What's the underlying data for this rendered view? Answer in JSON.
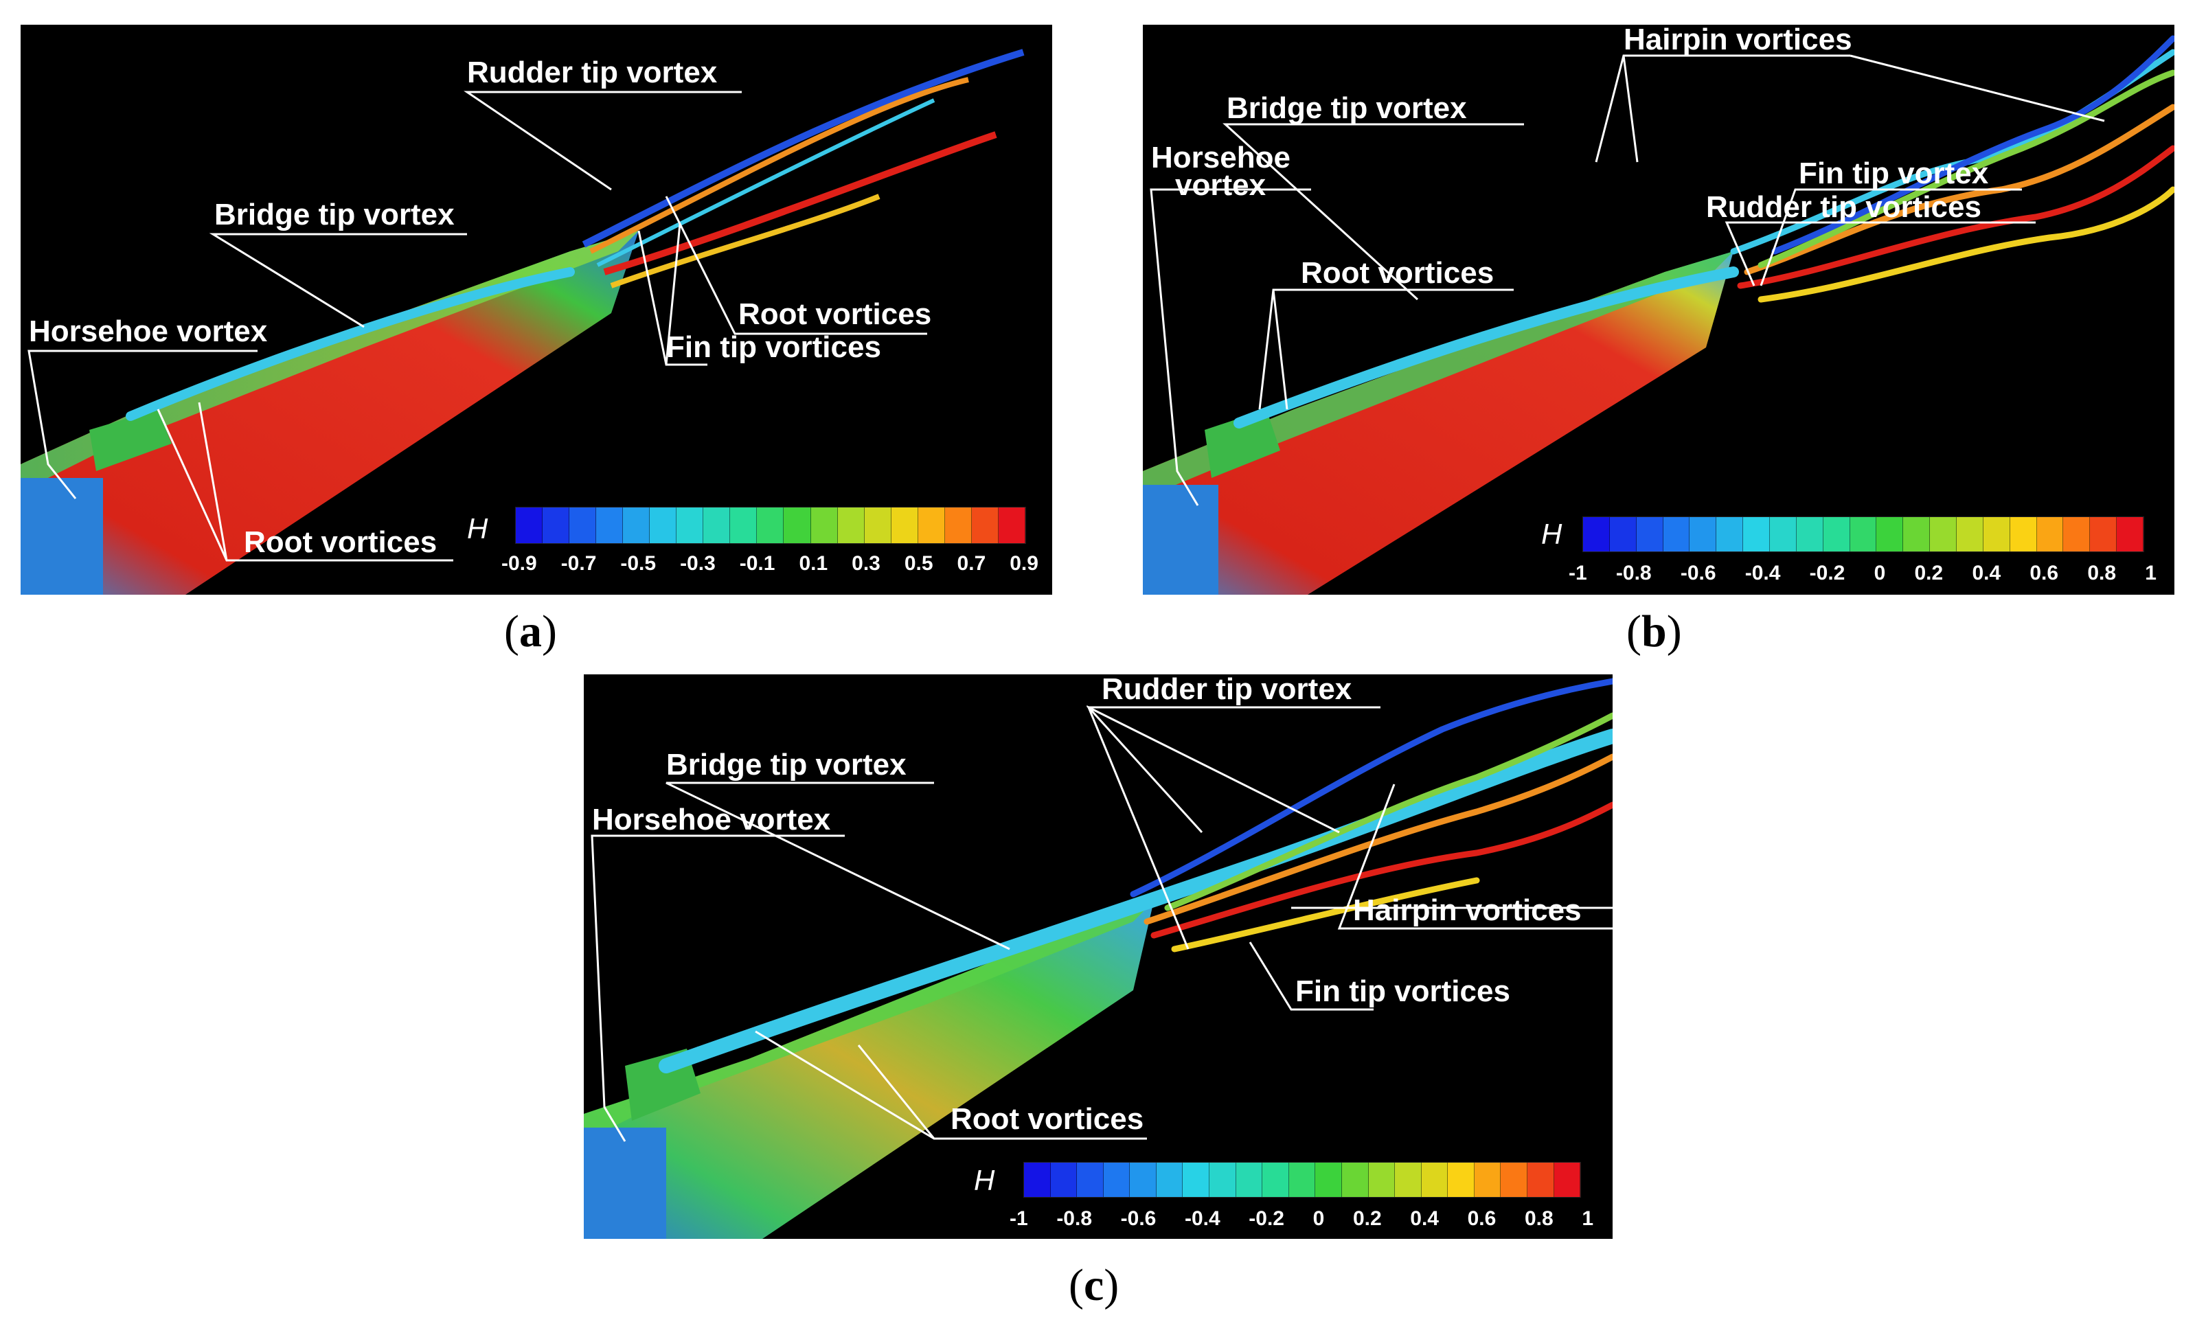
{
  "panels": [
    {
      "id": "a",
      "caption": "a",
      "labels": {
        "rudder_tip": "Rudder tip vortex",
        "bridge_tip": "Bridge tip vortex",
        "root_upper": "Root vortices",
        "horseshoe": "Horsehoe vortex",
        "fin_tip": "Fin tip vortices",
        "root_lower": "Root vortices"
      },
      "colorbar": {
        "title": "H",
        "ticks": [
          "-0.9",
          "-0.7",
          "-0.5",
          "-0.3",
          "-0.1",
          "0.1",
          "0.3",
          "0.5",
          "0.7",
          "0.9"
        ],
        "levels": 19
      }
    },
    {
      "id": "b",
      "caption": "b",
      "labels": {
        "hairpin": "Hairpin vortices",
        "bridge_tip": "Bridge tip vortex",
        "horseshoe_line1": "Horsehoe",
        "horseshoe_line2": "vortex",
        "fin_tip": "Fin tip vortex",
        "rudder_tip": "Rudder tip vortices",
        "root": "Root vortices"
      },
      "colorbar": {
        "title": "H",
        "ticks": [
          "-1",
          "-0.8",
          "-0.6",
          "-0.4",
          "-0.2",
          "0",
          "0.2",
          "0.4",
          "0.6",
          "0.8",
          "1"
        ],
        "levels": 21
      }
    },
    {
      "id": "c",
      "caption": "c",
      "labels": {
        "rudder_tip": "Rudder tip vortex",
        "bridge_tip": "Bridge tip vortex",
        "hairpin": "Hairpin vortices",
        "horseshoe": "Horsehoe vortex",
        "fin_tip": "Fin tip vortices",
        "root": "Root vortices"
      },
      "colorbar": {
        "title": "H",
        "ticks": [
          "-1",
          "-0.8",
          "-0.6",
          "-0.4",
          "-0.2",
          "0",
          "0.2",
          "0.4",
          "0.6",
          "0.8",
          "1"
        ],
        "levels": 21
      }
    }
  ],
  "colors": {
    "background": "#000000",
    "hull_red": "#e0201a",
    "hull_green": "#3cc83c",
    "vortex_cyan": "#3ac8e8",
    "vortex_blue": "#2050e0",
    "vortex_orange": "#f09020",
    "leader_line": "#ffffff"
  }
}
